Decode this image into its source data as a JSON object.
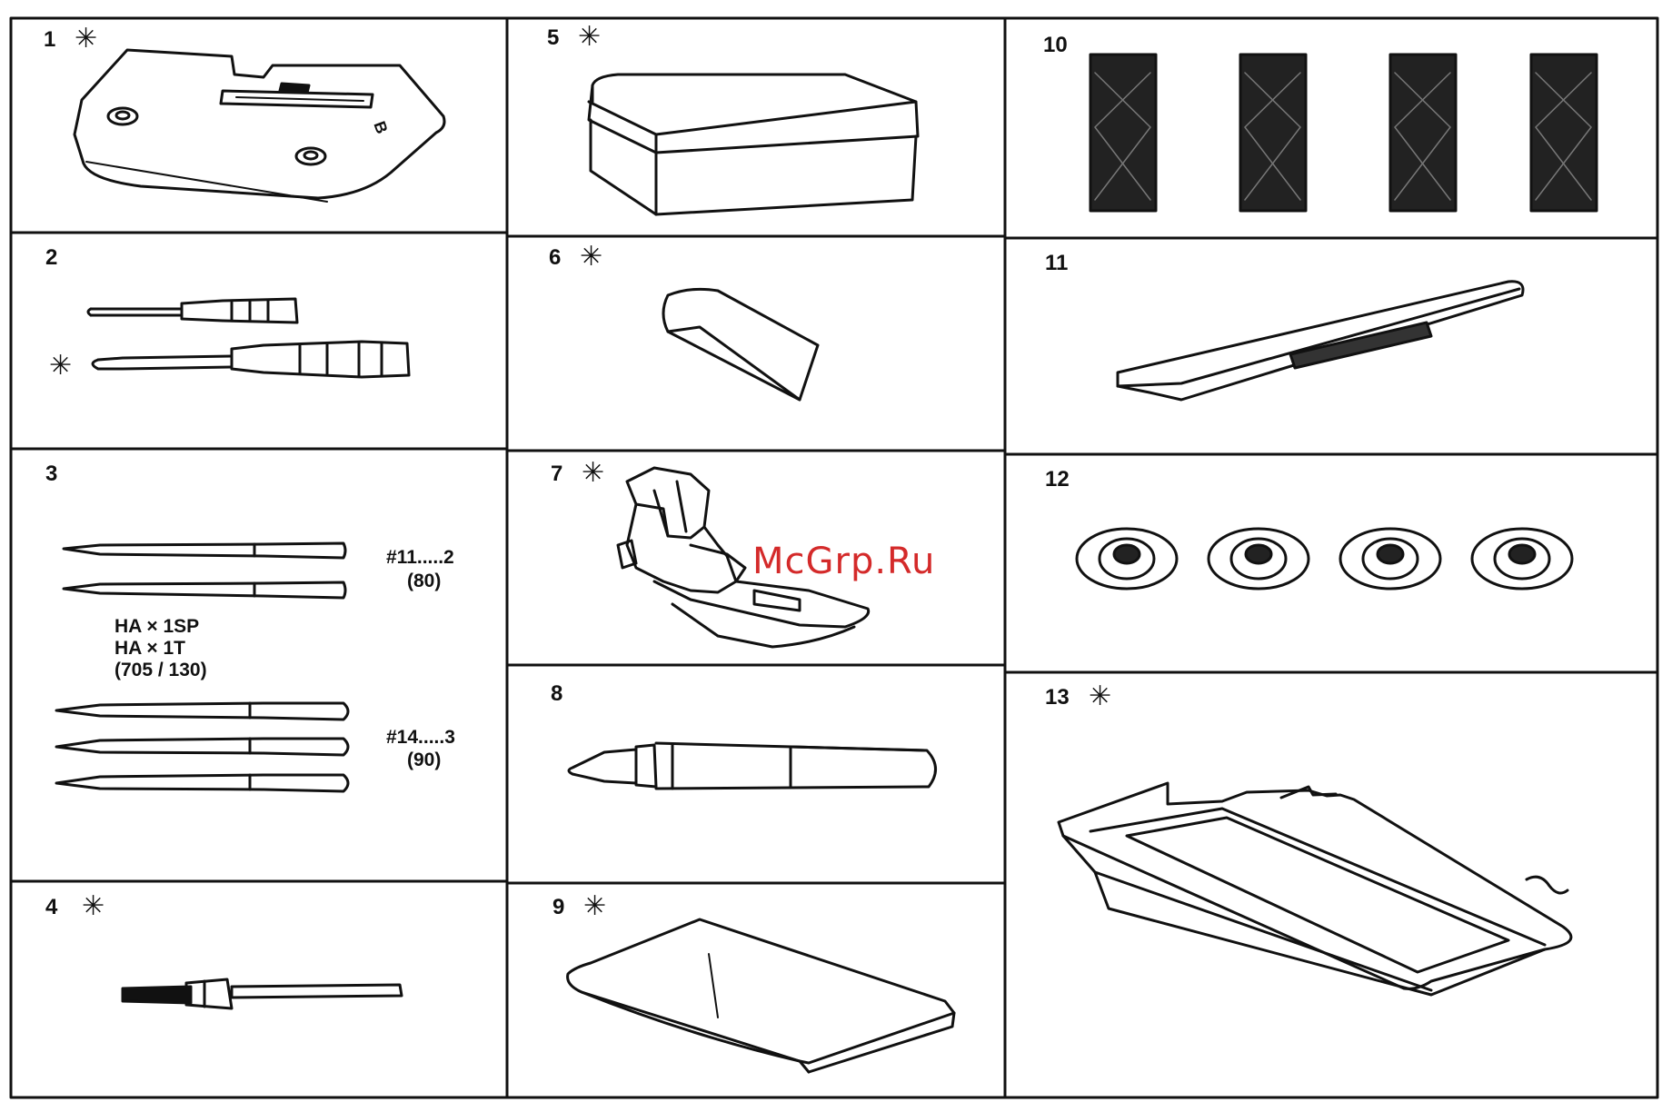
{
  "cells": [
    {
      "number": "1",
      "marked": true
    },
    {
      "number": "2",
      "marked": false
    },
    {
      "number": "3",
      "marked": false
    },
    {
      "number": "4",
      "marked": true
    },
    {
      "number": "5",
      "marked": true
    },
    {
      "number": "6",
      "marked": true
    },
    {
      "number": "7",
      "marked": true
    },
    {
      "number": "8",
      "marked": false
    },
    {
      "number": "9",
      "marked": true
    },
    {
      "number": "10",
      "marked": false
    },
    {
      "number": "11",
      "marked": false
    },
    {
      "number": "12",
      "marked": false
    },
    {
      "number": "13",
      "marked": true
    }
  ],
  "asterisk": "✳",
  "needles": {
    "size_a": "#11.....2",
    "size_a_metric": "(80)",
    "type_1": "HA × 1SP",
    "type_2": "HA × 1T",
    "type_3": "(705 / 130)",
    "size_b": "#14.....3",
    "size_b_metric": "(90)"
  },
  "throat_plate_mark": "B",
  "watermark": "McGrp.Ru"
}
